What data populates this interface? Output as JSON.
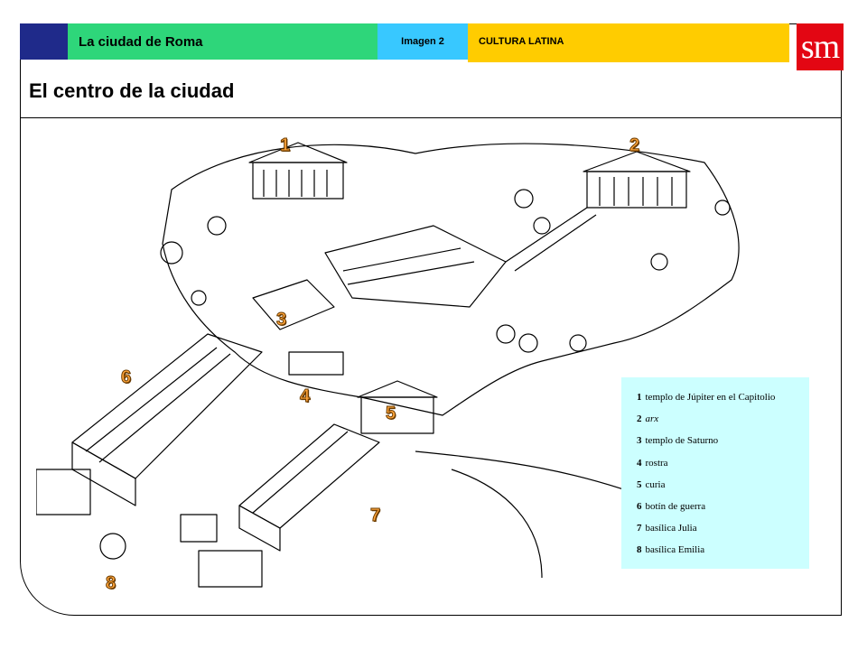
{
  "header": {
    "course_title": "La ciudad de Roma",
    "image_label": "Imagen 2",
    "subject": "CULTURA LATINA",
    "logo_text": "sm",
    "colors": {
      "navy": "#1f2a8a",
      "green": "#2ed67a",
      "blue": "#38c8ff",
      "yellow": "#ffcc00",
      "logo_red": "#e30613"
    }
  },
  "page": {
    "title": "El centro de la ciudad"
  },
  "illustration": {
    "description_icon": "roman-forum-drawing",
    "number_color": "#ffa53b",
    "markers": [
      "1",
      "2",
      "3",
      "4",
      "5",
      "6",
      "7",
      "8"
    ]
  },
  "legend": {
    "background": "#ccffff",
    "items": [
      {
        "number": "1",
        "text": "templo de Júpiter  en el Capitolio"
      },
      {
        "number": "2",
        "text": "arx"
      },
      {
        "number": "3",
        "text": "templo de Saturno"
      },
      {
        "number": "4",
        "text": "rostra"
      },
      {
        "number": "5",
        "text": "curia"
      },
      {
        "number": "6",
        "text": "botín de guerra"
      },
      {
        "number": "7",
        "text": "basílica Julia"
      },
      {
        "number": "8",
        "text": "basílica Emilia"
      }
    ]
  }
}
